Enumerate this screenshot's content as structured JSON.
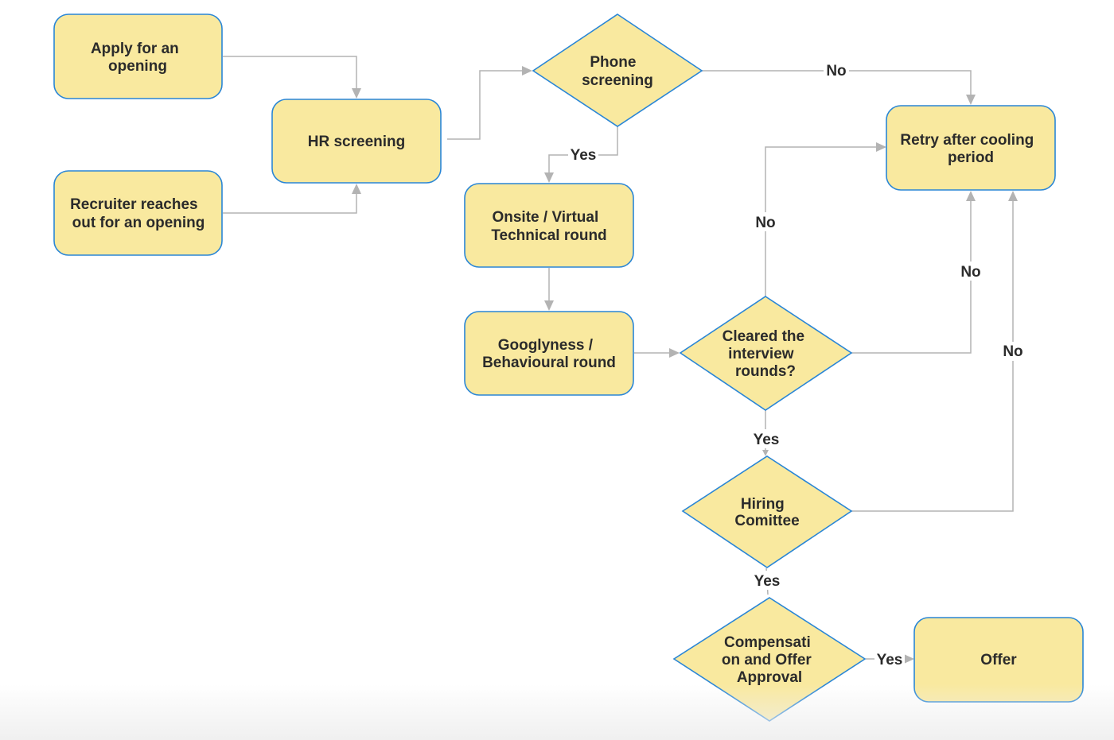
{
  "nodes": {
    "apply": [
      "Apply for an",
      "opening"
    ],
    "recruiter": [
      "Recruiter reaches",
      "out for an opening"
    ],
    "hr": [
      "HR screening"
    ],
    "phone": [
      "Phone",
      "screening"
    ],
    "onsite": [
      "Onsite / Virtual",
      "Technical round"
    ],
    "googlyness": [
      "Googlyness /",
      "Behavioural round"
    ],
    "cleared": [
      "Cleared the",
      "interview",
      "rounds?"
    ],
    "hiring": [
      "Hiring",
      "Comittee"
    ],
    "comp": [
      "Compensati",
      "on and Offer",
      "Approval"
    ],
    "retry": [
      "Retry after cooling",
      "period"
    ],
    "offer": [
      "Offer"
    ]
  },
  "edge_labels": {
    "phone_no": "No",
    "phone_yes": "Yes",
    "cleared_no_left": "No",
    "cleared_no_right": "No",
    "cleared_yes": "Yes",
    "hiring_no": "No",
    "hiring_yes": "Yes",
    "comp_yes": "Yes"
  },
  "colors": {
    "node_fill": "#f9e99f",
    "node_border": "#2a86d6",
    "connector": "#b3b3b3",
    "text": "#2b2b2b"
  }
}
